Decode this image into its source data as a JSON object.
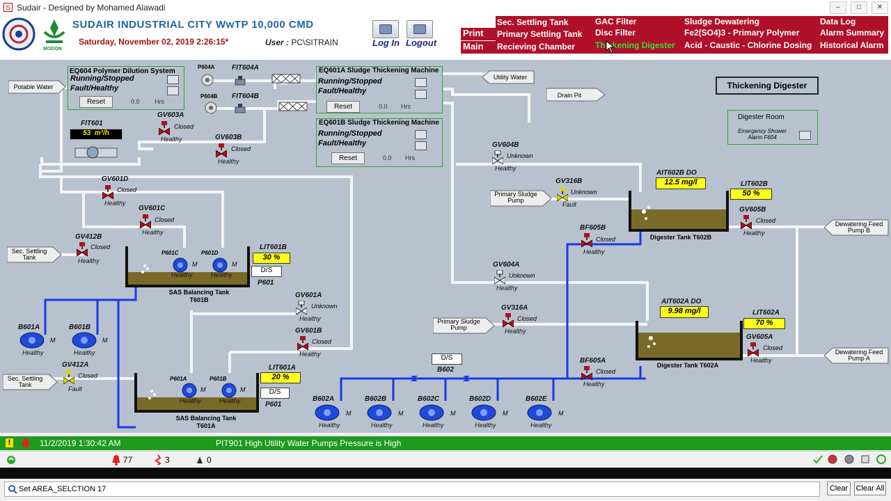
{
  "window": {
    "title": "Sudair - Designed by Mohamed Alawadi"
  },
  "header": {
    "plant_title": "SUDAIR INDUSTRIAL CITY WwTP 10,000 CMD",
    "datetime": "Saturday, November 02, 2019  2:26:15*",
    "user_label": "User :",
    "user_value": "PC\\SITRAIN",
    "login_label": "Log In",
    "logout_label": "Logout",
    "logo_text": "MODON"
  },
  "nav": {
    "print": "Print",
    "main": "Main",
    "col1": [
      "Sec. Settling Tank",
      "Primary Settling Tank",
      "Recieving Chamber"
    ],
    "col2": [
      "GAC Filter",
      "Disc Filter",
      "Thickening Digester"
    ],
    "col3": [
      "Sludge Dewatering",
      "Fe2(SO4)3 - Primary Polymer",
      "Acid - Caustic - Chlorine Dosing"
    ],
    "col4": [
      "Data Log",
      "Alarm Summary",
      "Historical Alarm"
    ],
    "active_color": "#35e235"
  },
  "screen": {
    "heading": "Thickening Digester",
    "digester_room": {
      "title": "Digester Room",
      "alarm_label": "Emergency Shower Alarm F604"
    },
    "eq604": {
      "title": "EQ604  Polymer Dilution System",
      "running": "Running/Stopped",
      "fault": "Fault/Healthy",
      "reset": "Reset",
      "hrs_value": "0.0",
      "hrs_unit": "Hrs"
    },
    "eq601a": {
      "title": "EQ601A Sludge Thickening Machine",
      "running": "Running/Stopped",
      "fault": "Fault/Healthy",
      "reset": "Reset",
      "hrs_value": "0.0",
      "hrs_unit": "Hrs"
    },
    "eq601b": {
      "title": "EQ601B Sludge Thickening Machine",
      "running": "Running/Stopped",
      "fault": "Fault/Healthy",
      "reset": "Reset",
      "hrs_value": "0.0",
      "hrs_unit": "Hrs"
    },
    "arrows": {
      "potable": "Potable Water",
      "utility": "Utility Water",
      "drain": "Drain Pit",
      "sec1": "Sec. Settling Tank",
      "sec2": "Sec. Settling Tank",
      "prim_b": "Primary Sludge Pump",
      "prim_a": "Primary Sludge Pump",
      "dew_b": "Dewatering Feed Pump B",
      "dew_a": "Dewatering Feed Pump A"
    },
    "fit601": {
      "tag": "FIT601",
      "value": "53",
      "unit": "m³/h"
    },
    "small_tags": {
      "p604a": "P604A",
      "p604b": "P604B",
      "fit604a": "FIT604A",
      "fit604b": "FIT604B"
    },
    "valves": {
      "gv603a": {
        "tag": "GV603A",
        "state": "Closed",
        "health": "Healthy"
      },
      "gv603b": {
        "tag": "GV603B",
        "state": "Closed",
        "health": "Healthy"
      },
      "gv601d": {
        "tag": "GV601D",
        "state": "Closed",
        "health": "Healthy"
      },
      "gv601c": {
        "tag": "GV601C",
        "state": "Closed",
        "health": "Healthy"
      },
      "gv412b": {
        "tag": "GV412B",
        "state": "Closed",
        "health": "Healthy"
      },
      "gv412a": {
        "tag": "GV412A",
        "state": "Closed",
        "health": "Fault"
      },
      "gv601a": {
        "tag": "GV601A",
        "state": "Unknown",
        "health": "Healthy"
      },
      "gv601b": {
        "tag": "GV601B",
        "state": "Closed",
        "health": "Healthy"
      },
      "gv604b": {
        "tag": "GV604B",
        "state": "Unknown",
        "health": "Healthy"
      },
      "gv316b": {
        "tag": "GV316B",
        "state": "Unknown",
        "health": "Fault"
      },
      "gv604a": {
        "tag": "GV604A",
        "state": "Unknown",
        "health": "Healthy"
      },
      "gv316a": {
        "tag": "GV316A",
        "state": "Closed",
        "health": "Healthy"
      },
      "bf605b": {
        "tag": "BF605B",
        "state": "Closed",
        "health": "Healthy"
      },
      "bf605a": {
        "tag": "BF605A",
        "state": "Closed",
        "health": "Healthy"
      },
      "gv605b": {
        "tag": "GV605B",
        "state": "Closed",
        "health": "Healthy"
      },
      "gv605a": {
        "tag": "GV605A",
        "state": "Closed",
        "health": "Healthy"
      }
    },
    "tanks": {
      "t601b": {
        "name": "SAS Balancing Tank",
        "id": "T601B",
        "lit_tag": "LIT601B",
        "level": "30",
        "unit": "%",
        "ds": "D/S",
        "pump_label": "P601",
        "pump_c": "P601C",
        "pump_d": "P601D",
        "pump_health": "Healthy",
        "pump_m": "M"
      },
      "t601a": {
        "name": "SAS Balancing Tank",
        "id": "T601A",
        "lit_tag": "LIT601A",
        "level": "20",
        "unit": "%",
        "ds": "D/S",
        "pump_label": "P601",
        "pump_a": "P601A",
        "pump_b": "P601B",
        "pump_health": "Healthy",
        "pump_m": "M"
      },
      "t602b": {
        "name": "Digester Tank T602B",
        "ait_tag": "AIT602B  DO",
        "ait_value": "12.5  mg/l",
        "lit_tag": "LIT602B",
        "level": "50",
        "unit": "%"
      },
      "t602a": {
        "name": "Digester Tank T602A",
        "ait_tag": "AIT602A  DO",
        "ait_value": "9.98  mg/l",
        "lit_tag": "LIT602A",
        "level": "70",
        "unit": "%"
      }
    },
    "blowers_b601": [
      {
        "tag": "B601A",
        "health": "Healthy",
        "m": "M"
      },
      {
        "tag": "B601B",
        "health": "Healthy",
        "m": "M"
      }
    ],
    "b602": {
      "ds": "D/S",
      "label": "B602"
    },
    "blowers_b602": [
      {
        "tag": "B602A",
        "health": "Healthy",
        "m": "M"
      },
      {
        "tag": "B602B",
        "health": "Healthy",
        "m": "M"
      },
      {
        "tag": "B602C",
        "health": "Healthy",
        "m": "M"
      },
      {
        "tag": "B602D",
        "health": "Healthy",
        "m": "M"
      },
      {
        "tag": "B602E",
        "health": "Healthy",
        "m": "M"
      }
    ]
  },
  "alarm": {
    "time": "11/2/2019 1:30:42 AM",
    "message": "PIT901 High Utility Water Pumps Pressure is High",
    "bg": "#1e9a1e"
  },
  "status": {
    "count1": "77",
    "count2": "3",
    "count3": "0"
  },
  "command": {
    "text": "Set AREA_SELCTION 17",
    "clear": "Clear",
    "clear_all": "Clear All"
  }
}
